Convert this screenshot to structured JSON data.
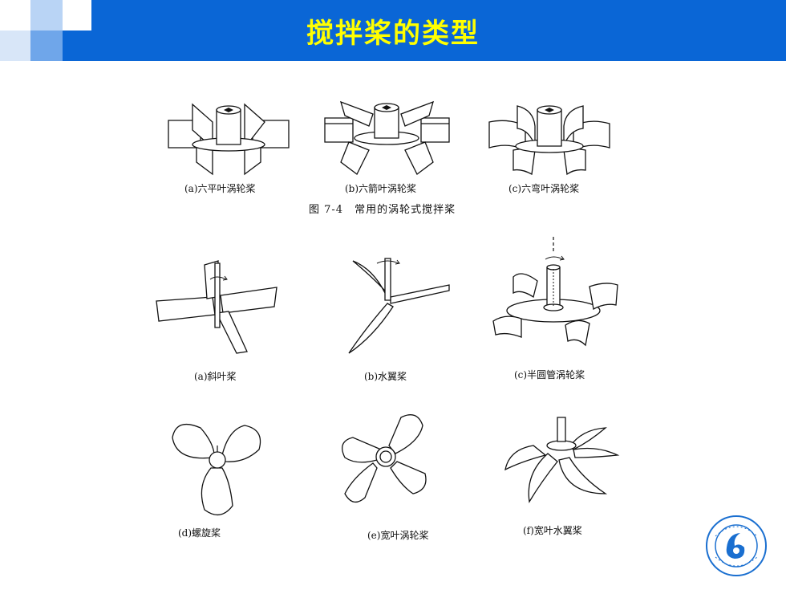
{
  "title": "搅拌桨的类型",
  "figure_title": "图 7-4　常用的涡轮式搅拌桨",
  "captions": {
    "a_top": "(a)六平叶涡轮桨",
    "b_top": "(b)六箭叶涡轮桨",
    "c_top": "(c)六弯叶涡轮桨",
    "a_mid": "(a)斜叶桨",
    "b_mid": "(b)水翼桨",
    "c_mid": "(c)半圆管涡轮桨",
    "d_bot": "(d)螺旋桨",
    "e_bot": "(e)宽叶涡轮桨",
    "f_bot": "(f)宽叶水翼桨"
  },
  "colors": {
    "header": "#0a66d6",
    "title": "#ffff00",
    "logo": "#1a6fd0"
  },
  "icons": [
    "university-logo"
  ]
}
